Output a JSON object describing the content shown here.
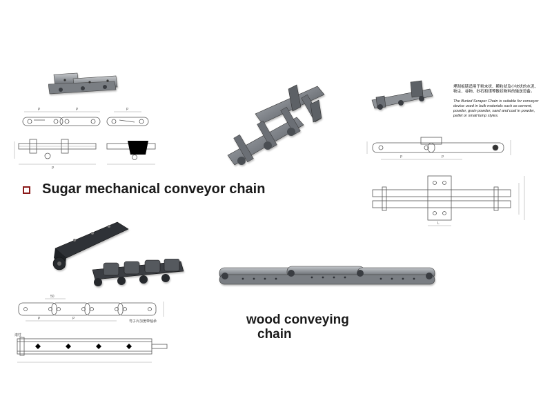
{
  "headings": {
    "sugar_chain": "Sugar mechanical conveyor chain",
    "wood_chain_line1": "wood conveying",
    "wood_chain_line2": "chain"
  },
  "scraper_description": {
    "chinese": "埋刮板链适用于粉末状、颗粒状及小块状的水泥、物尘、谷物、砂石和煤等散状物料的输送设备。",
    "english": "The Buried Scraper Chain is suitable for conveyor device used in bulk materials such as cement, powder, grain powder, sand and coal in powder, pellet or small lump styles."
  },
  "drawing_labels": {
    "pitch": "P",
    "pitch_value": "50",
    "note_cn": "弯子片加宽带轴承",
    "left_mark": "滚柱"
  },
  "colors": {
    "accent_checkbox": "#8b1a1a",
    "metal_dark": "#3a3d42",
    "metal_mid": "#6b6f75",
    "metal_light": "#a9adb2",
    "heading_text": "#1a1a1a"
  }
}
